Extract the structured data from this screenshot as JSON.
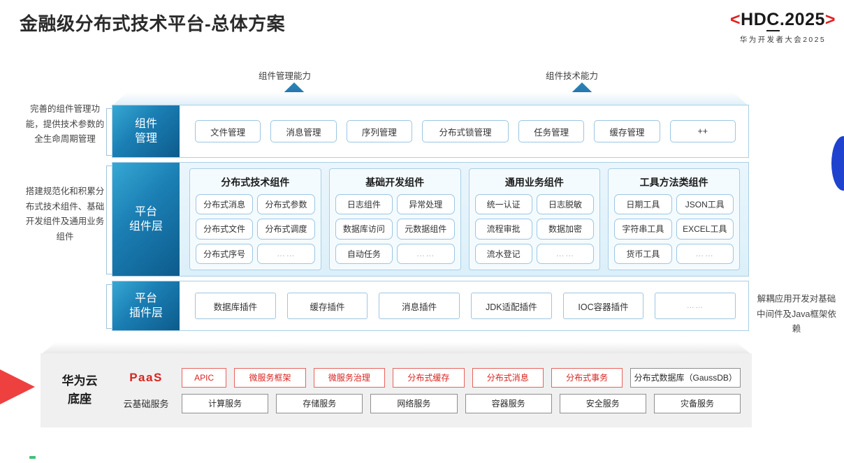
{
  "header": {
    "title": "金融级分布式技术平台-总体方案",
    "logo_bracket_left": "<",
    "logo_text_a": "HD",
    "logo_text_underlined": "C",
    "logo_text_b": ".2025",
    "logo_bracket_right": ">",
    "logo_subtitle": "华为开发者大会2025"
  },
  "arrows": {
    "left_label": "组件管理能力",
    "right_label": "组件技术能力"
  },
  "side_notes": {
    "left_top": "完善的组件管理功能，提供技术参数的全生命周期管理",
    "left_bottom": "搭建规范化和积累分布式技术组件、基础开发组件及通用业务组件",
    "right": "解耦应用开发对基础中间件及Java框架依赖"
  },
  "layers": {
    "component_management": {
      "label_line1": "组件",
      "label_line2": "管理",
      "chips": [
        "文件管理",
        "消息管理",
        "序列管理",
        "分布式锁管理",
        "任务管理",
        "缓存管理",
        "++"
      ]
    },
    "platform_component": {
      "label_line1": "平台",
      "label_line2": "组件层",
      "groups": [
        {
          "title": "分布式技术组件",
          "items": [
            "分布式消息",
            "分布式参数",
            "分布式文件",
            "分布式调度",
            "分布式序号",
            "……"
          ]
        },
        {
          "title": "基础开发组件",
          "items": [
            "日志组件",
            "异常处理",
            "数据库访问",
            "元数据组件",
            "自动任务",
            "……"
          ]
        },
        {
          "title": "通用业务组件",
          "items": [
            "统一认证",
            "日志脱敏",
            "流程审批",
            "数据加密",
            "流水登记",
            "……"
          ]
        },
        {
          "title": "工具方法类组件",
          "items": [
            "日期工具",
            "JSON工具",
            "字符串工具",
            "EXCEL工具",
            "货币工具",
            "……"
          ]
        }
      ]
    },
    "platform_plugin": {
      "label_line1": "平台",
      "label_line2": "插件层",
      "chips": [
        "数据库插件",
        "缓存插件",
        "消息插件",
        "JDK适配插件",
        "IOC容器插件",
        "……"
      ]
    }
  },
  "cloud": {
    "title_line1": "华为云",
    "title_line2": "底座",
    "paas_tag": "PaaS",
    "paas_items": [
      "APIC",
      "微服务框架",
      "微服务治理",
      "分布式缓存",
      "分布式消息",
      "分布式事务",
      "分布式数据库（GaussDB）"
    ],
    "base_tag": "云基础服务",
    "base_items": [
      "计算服务",
      "存储服务",
      "网络服务",
      "容器服务",
      "安全服务",
      "灾备服务"
    ]
  },
  "colors": {
    "accent_blue": "#1b7fb4",
    "brand_red": "#d9241f",
    "panel_gray": "#f0f0f0",
    "lens_blue": "#1f43cf"
  }
}
